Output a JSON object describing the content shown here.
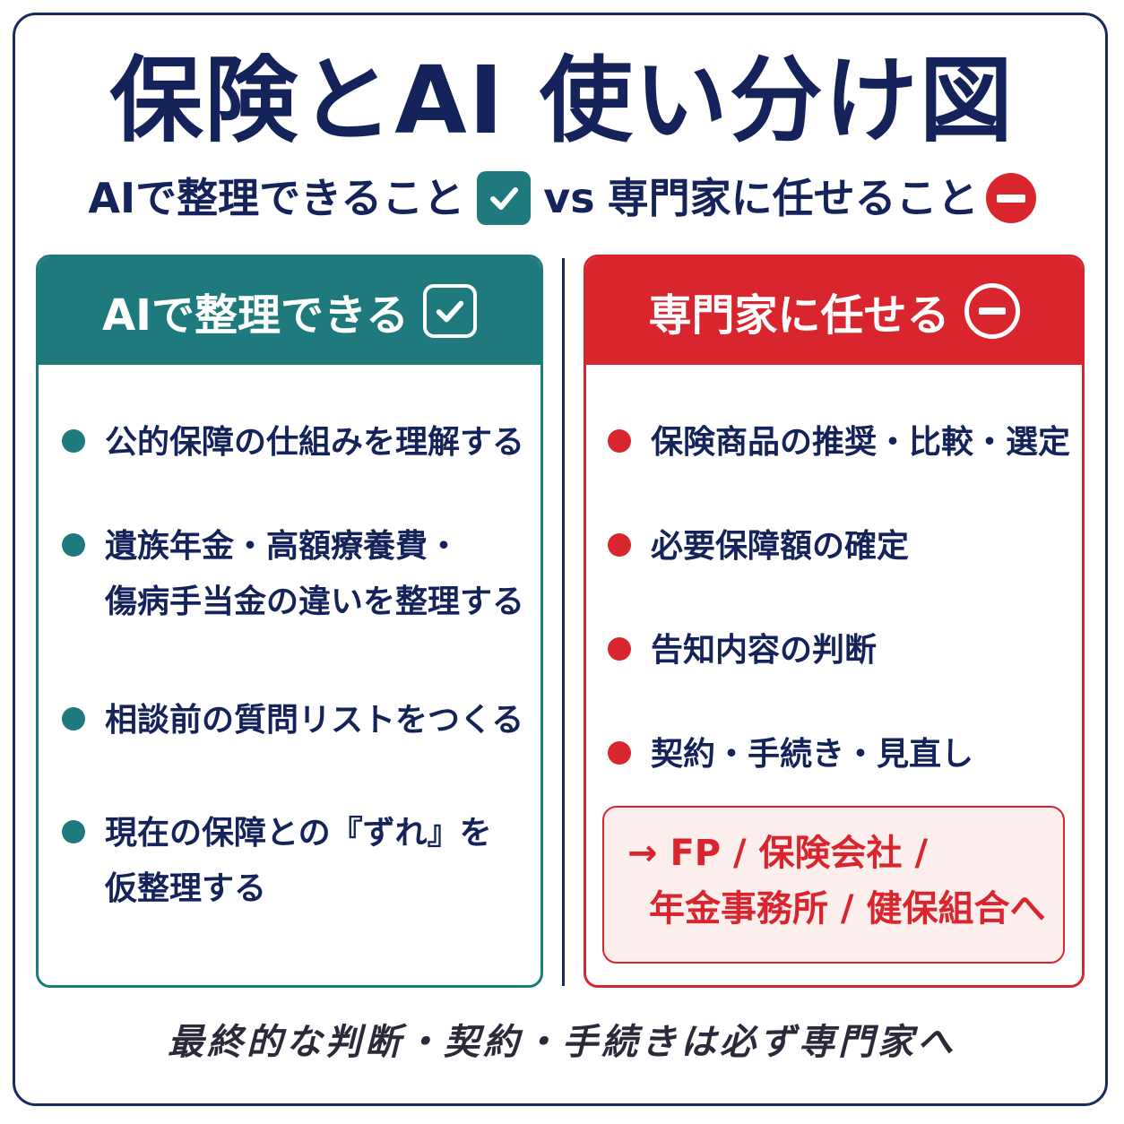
{
  "title": "保険とAI 使い分け図",
  "subtitle": {
    "left_text": "AIで整理できること",
    "vs": "vs",
    "right_text": "専門家に任せること"
  },
  "left_panel": {
    "header": "AIで整理できる",
    "items": [
      {
        "lines": [
          "公的保障の仕組みを理解する"
        ]
      },
      {
        "lines": [
          "遺族年金・高額療養費・",
          "傷病手当金の違いを整理する"
        ]
      },
      {
        "lines": [
          "相談前の質問リストをつくる"
        ]
      },
      {
        "lines": [
          "現在の保障との『ずれ』を",
          "仮整理する"
        ]
      }
    ]
  },
  "right_panel": {
    "header": "専門家に任せる",
    "items": [
      {
        "lines": [
          "保険商品の推奨・比較・選定"
        ]
      },
      {
        "lines": [
          "必要保障額の確定"
        ]
      },
      {
        "lines": [
          "告知内容の判断"
        ]
      },
      {
        "lines": [
          "契約・手続き・見直し"
        ]
      }
    ],
    "callout": {
      "line1": "→ FP / 保険会社 /",
      "line2": "年金事務所 / 健保組合へ"
    }
  },
  "footer": "最終的な判断・契約・手続きは必ず専門家へ",
  "colors": {
    "navy": "#14235a",
    "teal": "#1e7a7c",
    "red": "#d9262e",
    "callout_bg": "#fdeeee"
  },
  "icons": {
    "check": "check-icon",
    "minus": "minus-circle-icon"
  }
}
